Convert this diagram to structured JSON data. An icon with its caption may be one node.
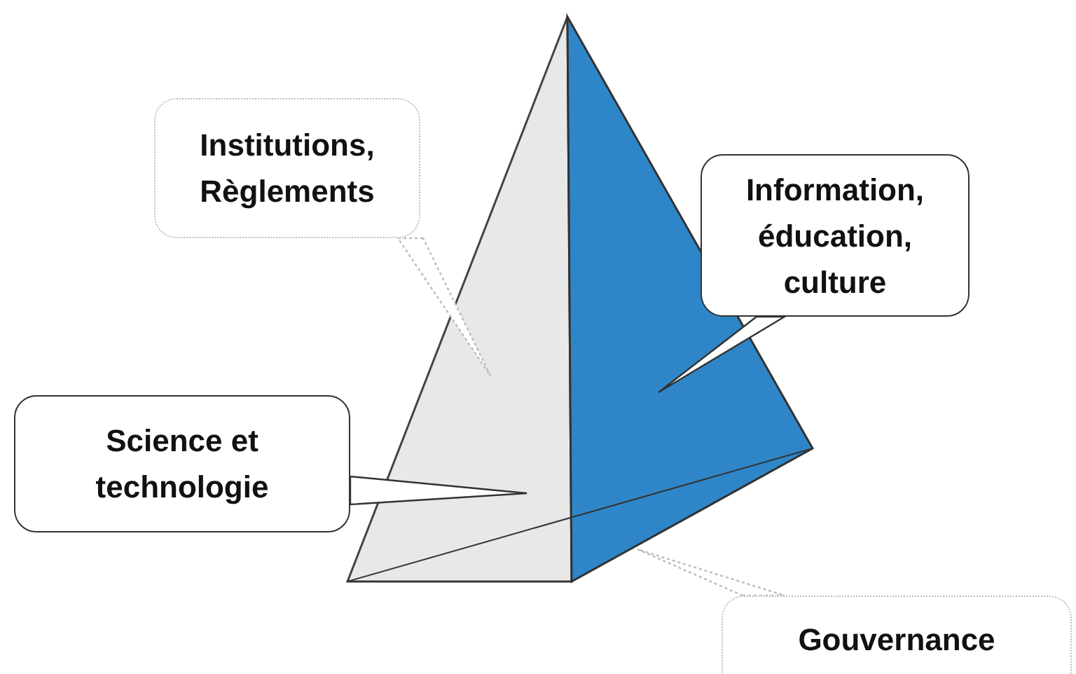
{
  "diagram": {
    "nodes": [
      {
        "text": [
          "Institutions, Règlements"
        ]
      },
      {
        "text": [
          "Information, éducation, culture"
        ]
      },
      {
        "text": [
          "Science et technologie"
        ]
      },
      {
        "text": [
          "Gouvernance"
        ]
      },
      {
        "text": [],
        "shape": "triangle"
      },
      {
        "text": [],
        "shape": "triangle"
      },
      {
        "text": [],
        "shape": "triangle"
      }
    ],
    "edges": [
      {
        "from": 0,
        "to": 4,
        "arrow": "none"
      },
      {
        "from": 1,
        "to": 5,
        "arrow": "none"
      },
      {
        "from": 2,
        "to": 4,
        "arrow": "none"
      },
      {
        "from": 3,
        "to": 6,
        "arrow": "none"
      }
    ]
  }
}
